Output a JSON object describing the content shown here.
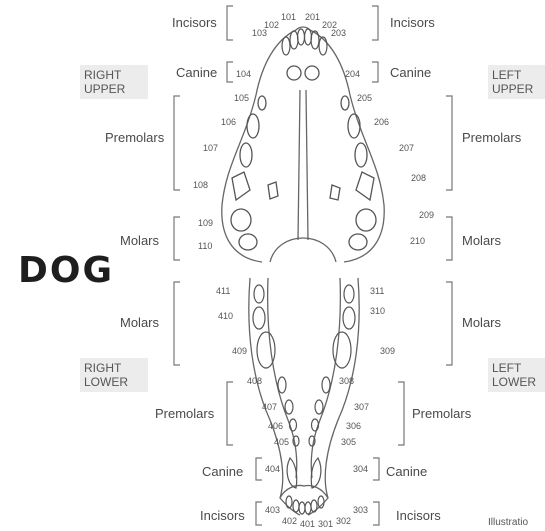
{
  "title": "DOG",
  "quadrants": {
    "right_upper": [
      "RIGHT",
      "UPPER"
    ],
    "left_upper": [
      "LEFT",
      "UPPER"
    ],
    "right_lower": [
      "RIGHT",
      "LOWER"
    ],
    "left_lower": [
      "LEFT",
      "LOWER"
    ]
  },
  "labels": {
    "incisors": "Incisors",
    "canine": "Canine",
    "premolars": "Premolars",
    "molars": "Molars"
  },
  "teeth": {
    "t101": "101",
    "t102": "102",
    "t103": "103",
    "t104": "104",
    "t105": "105",
    "t106": "106",
    "t107": "107",
    "t108": "108",
    "t109": "109",
    "t110": "110",
    "t201": "201",
    "t202": "202",
    "t203": "203",
    "t204": "204",
    "t205": "205",
    "t206": "206",
    "t207": "207",
    "t208": "208",
    "t209": "209",
    "t210": "210",
    "t301": "301",
    "t302": "302",
    "t303": "303",
    "t304": "304",
    "t305": "305",
    "t306": "306",
    "t307": "307",
    "t308": "308",
    "t309": "309",
    "t310": "310",
    "t311": "311",
    "t401": "401",
    "t402": "402",
    "t403": "403",
    "t404": "404",
    "t405": "405",
    "t406": "406",
    "t407": "407",
    "t408": "408",
    "t409": "409",
    "t410": "410",
    "t411": "411"
  },
  "credit": "Illustratio"
}
